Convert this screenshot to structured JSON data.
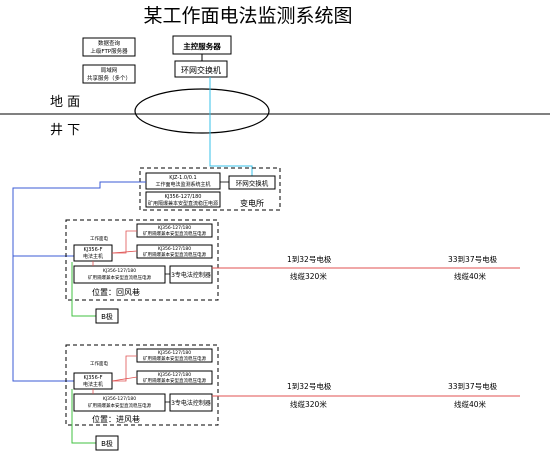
{
  "title": "某工作面电法监测系统图",
  "top": {
    "data_box": [
      "数据查询",
      "上级FTP服务器"
    ],
    "share_box": [
      "局域网",
      "共享服务（多个）"
    ],
    "main_server": "主控服务器",
    "switch": "环网交换机"
  },
  "labels": {
    "ground": "地 面",
    "underground": "井 下"
  },
  "substation": {
    "power_box": [
      "KJZ-1.0/0.1",
      "工作面电法监测系统主机"
    ],
    "switch": "环网交换机",
    "cable_box": [
      "KJ356-127/180",
      "矿用隔爆兼本安型直流稳压电源"
    ],
    "name": "变电所"
  },
  "stations": [
    {
      "ps1": [
        "KJ356-127/180",
        "矿用隔爆兼本安型直流稳压电源"
      ],
      "red_tag": "工作面电",
      "monitor": [
        "KJ356-F",
        "电法主机"
      ],
      "ps2": [
        "KJ356-127/180",
        "矿用隔爆兼本安型直流稳压电源"
      ],
      "ps3": [
        "KJ356-127/180",
        "矿用隔爆兼本安型直流稳压电源"
      ],
      "controller": "3专电法控制器",
      "location": "位置：回风巷",
      "b_pole": "B极",
      "seg1_label": "1到32号电极",
      "seg1_len": "线缆320米",
      "seg2_label": "33到37号电极",
      "seg2_len": "线缆40米"
    },
    {
      "ps1": [
        "KJ356-127/180",
        "矿用隔爆兼本安型直流稳压电源"
      ],
      "red_tag": "工作面电",
      "monitor": [
        "KJ356-F",
        "电法主机"
      ],
      "ps2": [
        "KJ356-127/180",
        "矿用隔爆兼本安型直流稳压电源"
      ],
      "ps3": [
        "KJ356-127/180",
        "矿用隔爆兼本安型直流稳压电源"
      ],
      "controller": "3专电法控制器",
      "location": "位置：进风巷",
      "b_pole": "B极",
      "seg1_label": "1到32号电极",
      "seg1_len": "线缆320米",
      "seg2_label": "33到37号电极",
      "seg2_len": "线缆40米"
    }
  ],
  "colors": {
    "blue": "#3b5bd6",
    "cyan": "#37c0e8",
    "green": "#42c242",
    "red": "#e05252",
    "dark": "#222222"
  }
}
